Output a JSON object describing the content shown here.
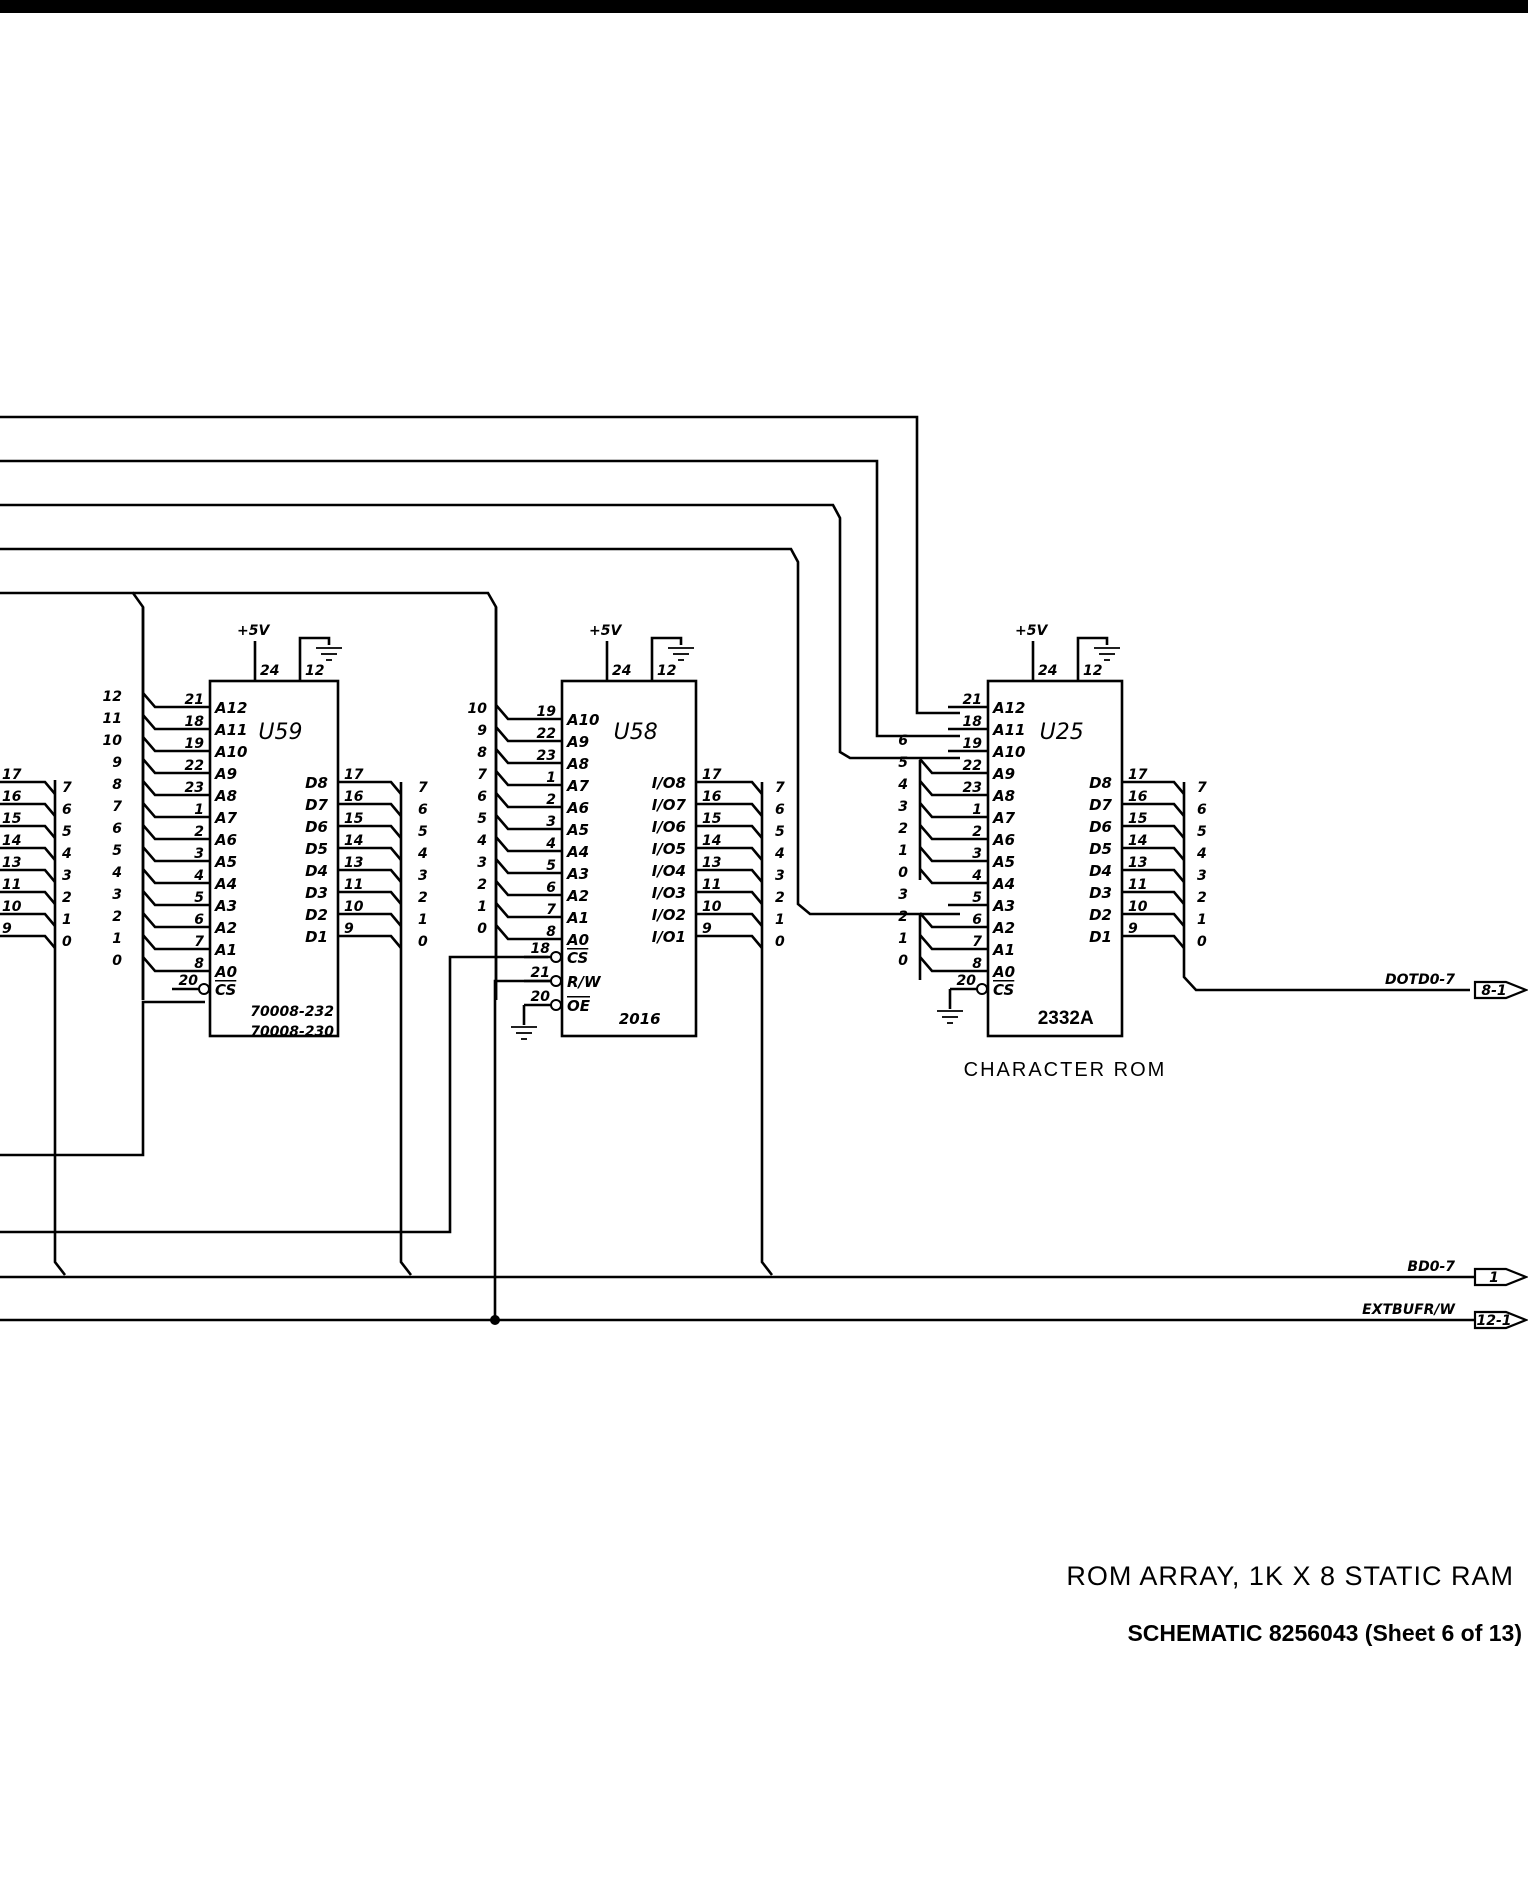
{
  "sheet": {
    "title": "ROM ARRAY, 1K X 8 STATIC RAM",
    "subtitle": "SCHEMATIC 8256043 (Sheet 6 of 13)"
  },
  "power": {
    "vcc_label": "+5V",
    "vcc_pin": "24",
    "gnd_pin": "12"
  },
  "chips": [
    {
      "ref": "U59",
      "part": "",
      "part_notes": [
        "70008-232",
        "70008-230"
      ],
      "addr_pins": [
        {
          "name": "A12",
          "pin": "21",
          "bus": "12"
        },
        {
          "name": "A11",
          "pin": "18",
          "bus": "11"
        },
        {
          "name": "A10",
          "pin": "19",
          "bus": "10"
        },
        {
          "name": "A9",
          "pin": "22",
          "bus": "9"
        },
        {
          "name": "A8",
          "pin": "23",
          "bus": "8"
        },
        {
          "name": "A7",
          "pin": "1",
          "bus": "7"
        },
        {
          "name": "A6",
          "pin": "2",
          "bus": "6"
        },
        {
          "name": "A5",
          "pin": "3",
          "bus": "5"
        },
        {
          "name": "A4",
          "pin": "4",
          "bus": "4"
        },
        {
          "name": "A3",
          "pin": "5",
          "bus": "3"
        },
        {
          "name": "A2",
          "pin": "6",
          "bus": "2"
        },
        {
          "name": "A1",
          "pin": "7",
          "bus": "1"
        },
        {
          "name": "A0",
          "pin": "8",
          "bus": "0"
        }
      ],
      "ctrl_pins": [
        {
          "name": "CS",
          "pin": "20"
        }
      ],
      "data_pins": [
        {
          "name": "D8",
          "pin": "17",
          "bus": "7"
        },
        {
          "name": "D7",
          "pin": "16",
          "bus": "6"
        },
        {
          "name": "D6",
          "pin": "15",
          "bus": "5"
        },
        {
          "name": "D5",
          "pin": "14",
          "bus": "4"
        },
        {
          "name": "D4",
          "pin": "13",
          "bus": "3"
        },
        {
          "name": "D3",
          "pin": "11",
          "bus": "2"
        },
        {
          "name": "D2",
          "pin": "10",
          "bus": "1"
        },
        {
          "name": "D1",
          "pin": "9",
          "bus": "0"
        }
      ]
    },
    {
      "ref": "U58",
      "part": "2016",
      "part_notes": [],
      "addr_pins": [
        {
          "name": "A10",
          "pin": "19",
          "bus": "10"
        },
        {
          "name": "A9",
          "pin": "22",
          "bus": "9"
        },
        {
          "name": "A8",
          "pin": "23",
          "bus": "8"
        },
        {
          "name": "A7",
          "pin": "1",
          "bus": "7"
        },
        {
          "name": "A6",
          "pin": "2",
          "bus": "6"
        },
        {
          "name": "A5",
          "pin": "3",
          "bus": "5"
        },
        {
          "name": "A4",
          "pin": "4",
          "bus": "4"
        },
        {
          "name": "A3",
          "pin": "5",
          "bus": "3"
        },
        {
          "name": "A2",
          "pin": "6",
          "bus": "2"
        },
        {
          "name": "A1",
          "pin": "7",
          "bus": "1"
        },
        {
          "name": "A0",
          "pin": "8",
          "bus": "0"
        }
      ],
      "ctrl_pins": [
        {
          "name": "CS",
          "pin": "18"
        },
        {
          "name": "R/W",
          "pin": "21"
        },
        {
          "name": "OE",
          "pin": "20"
        }
      ],
      "data_pins": [
        {
          "name": "I/O8",
          "pin": "17",
          "bus": "7"
        },
        {
          "name": "I/O7",
          "pin": "16",
          "bus": "6"
        },
        {
          "name": "I/O6",
          "pin": "15",
          "bus": "5"
        },
        {
          "name": "I/O5",
          "pin": "14",
          "bus": "4"
        },
        {
          "name": "I/O4",
          "pin": "13",
          "bus": "3"
        },
        {
          "name": "I/O3",
          "pin": "11",
          "bus": "2"
        },
        {
          "name": "I/O2",
          "pin": "10",
          "bus": "1"
        },
        {
          "name": "I/O1",
          "pin": "9",
          "bus": "0"
        }
      ]
    },
    {
      "ref": "U25",
      "part": "2332A",
      "part_notes": [],
      "caption": "CHARACTER ROM",
      "addr_pins": [
        {
          "name": "A12",
          "pin": "21",
          "bus": ""
        },
        {
          "name": "A11",
          "pin": "18",
          "bus": ""
        },
        {
          "name": "A10",
          "pin": "19",
          "bus": "6"
        },
        {
          "name": "A9",
          "pin": "22",
          "bus": "5"
        },
        {
          "name": "A8",
          "pin": "23",
          "bus": "4"
        },
        {
          "name": "A7",
          "pin": "1",
          "bus": "3"
        },
        {
          "name": "A6",
          "pin": "2",
          "bus": "2"
        },
        {
          "name": "A5",
          "pin": "3",
          "bus": "1"
        },
        {
          "name": "A4",
          "pin": "4",
          "bus": "0"
        },
        {
          "name": "A3",
          "pin": "5",
          "bus": "3"
        },
        {
          "name": "A2",
          "pin": "6",
          "bus": "2"
        },
        {
          "name": "A1",
          "pin": "7",
          "bus": "1"
        },
        {
          "name": "A0",
          "pin": "8",
          "bus": "0"
        }
      ],
      "ctrl_pins": [
        {
          "name": "CS",
          "pin": "20"
        }
      ],
      "data_pins": [
        {
          "name": "D8",
          "pin": "17",
          "bus": "7"
        },
        {
          "name": "D7",
          "pin": "16",
          "bus": "6"
        },
        {
          "name": "D6",
          "pin": "15",
          "bus": "5"
        },
        {
          "name": "D5",
          "pin": "14",
          "bus": "4"
        },
        {
          "name": "D4",
          "pin": "13",
          "bus": "3"
        },
        {
          "name": "D3",
          "pin": "11",
          "bus": "2"
        },
        {
          "name": "D2",
          "pin": "10",
          "bus": "1"
        },
        {
          "name": "D1",
          "pin": "9",
          "bus": "0"
        }
      ]
    }
  ],
  "left_partial_bus": {
    "pins": [
      "17",
      "16",
      "15",
      "14",
      "13",
      "11",
      "10",
      "9"
    ],
    "bits": [
      "7",
      "6",
      "5",
      "4",
      "3",
      "2",
      "1",
      "0"
    ]
  },
  "offpage": [
    {
      "signal": "DOTD0-7",
      "ref": "8-1"
    },
    {
      "signal": "BD0-7",
      "ref": "1"
    },
    {
      "signal": "EXTBUFR/W",
      "ref": "12-1"
    }
  ]
}
